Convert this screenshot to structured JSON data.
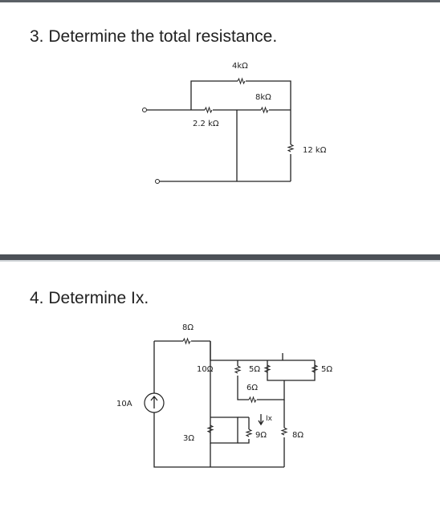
{
  "q3": {
    "title": "3. Determine the total resistance.",
    "labels": {
      "r4k": "4kΩ",
      "r8k": "8kΩ",
      "r22k": "2.2 kΩ",
      "r12k": "12 kΩ"
    }
  },
  "q4": {
    "title": "4. Determine Ix.",
    "labels": {
      "r8top": "8Ω",
      "r10": "10Ω",
      "r5a": "5Ω",
      "r5b": "5Ω",
      "r6": "6Ω",
      "ix": "Ix",
      "r3": "3Ω",
      "r9": "9Ω",
      "r8right": "8Ω",
      "source": "10A"
    }
  }
}
